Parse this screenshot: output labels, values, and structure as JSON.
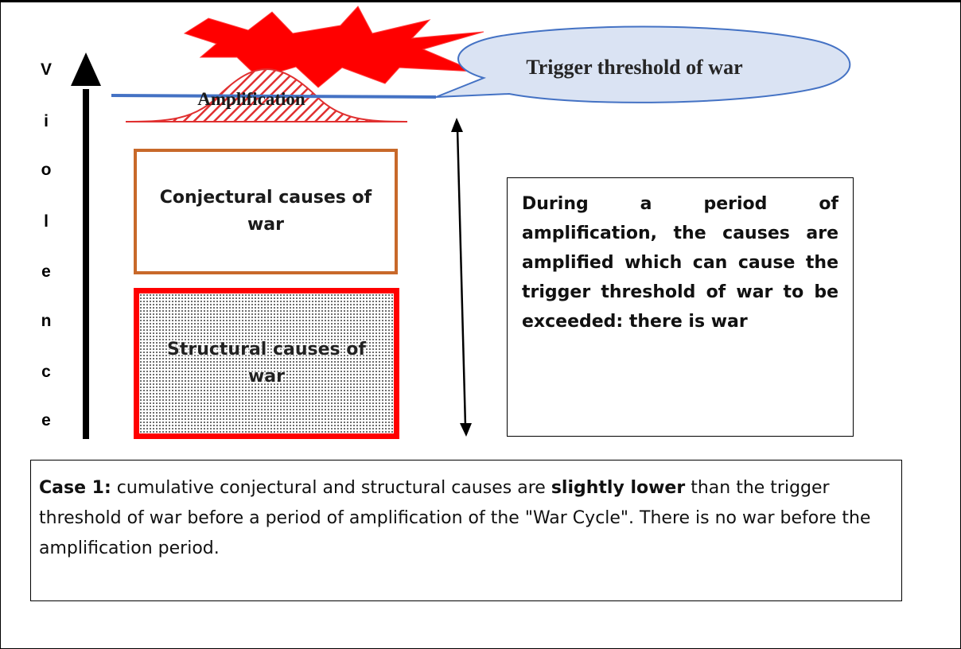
{
  "axis": {
    "label_letters": [
      "V",
      "i",
      "o",
      "l",
      "e",
      "n",
      "c",
      "e"
    ]
  },
  "threshold_bubble": {
    "label": "Trigger threshold of war"
  },
  "amplification": {
    "label": "Amplification"
  },
  "conjectural_box": {
    "label": "Conjectural causes of war"
  },
  "structural_box": {
    "label": "Structural causes of war"
  },
  "explanation": {
    "text": "During a period of amplification, the causes are amplified which can cause the trigger threshold of war to be exceeded: there is war"
  },
  "case_note": {
    "lead": "Case 1:",
    "part1": " cumulative conjectural and structural causes are ",
    "emphasis": "slightly lower",
    "part2": " than the trigger threshold of war before a period of amplification of the \"War Cycle\". There is no war before the amplification period."
  },
  "colors": {
    "explosion": "#ff0000",
    "threshold_line": "#4472c4",
    "bubble_fill": "#dae3f3",
    "bubble_stroke": "#4472c4",
    "conjectural_border": "#c8692a",
    "structural_border": "#ff0000",
    "amplification_hatch": "#e03030"
  }
}
